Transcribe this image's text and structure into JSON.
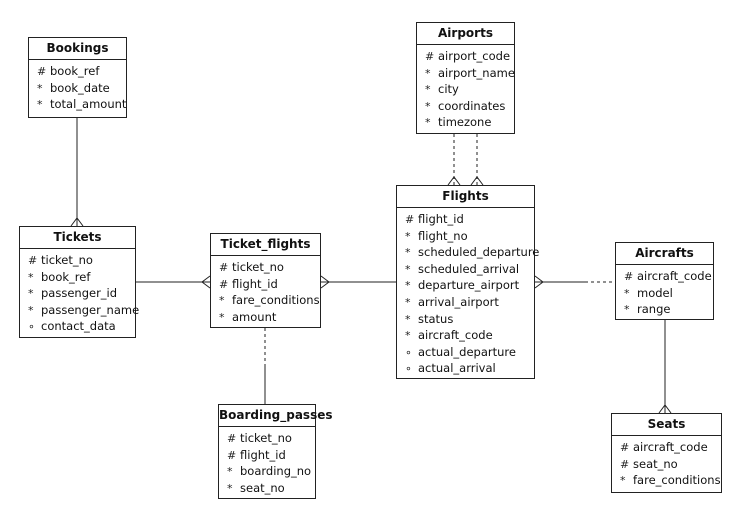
{
  "entities": {
    "bookings": {
      "title": "Bookings",
      "attrs": [
        {
          "mark": "#",
          "name": "book_ref"
        },
        {
          "mark": "*",
          "name": "book_date"
        },
        {
          "mark": "*",
          "name": "total_amount"
        }
      ]
    },
    "airports": {
      "title": "Airports",
      "attrs": [
        {
          "mark": "#",
          "name": "airport_code"
        },
        {
          "mark": "*",
          "name": "airport_name"
        },
        {
          "mark": "*",
          "name": "city"
        },
        {
          "mark": "*",
          "name": "coordinates"
        },
        {
          "mark": "*",
          "name": "timezone"
        }
      ]
    },
    "tickets": {
      "title": "Tickets",
      "attrs": [
        {
          "mark": "#",
          "name": "ticket_no"
        },
        {
          "mark": "*",
          "name": "book_ref"
        },
        {
          "mark": "*",
          "name": "passenger_id"
        },
        {
          "mark": "*",
          "name": "passenger_name"
        },
        {
          "mark": "∘",
          "name": "contact_data"
        }
      ]
    },
    "ticket_flights": {
      "title": "Ticket_flights",
      "attrs": [
        {
          "mark": "#",
          "name": "ticket_no"
        },
        {
          "mark": "#",
          "name": "flight_id"
        },
        {
          "mark": "*",
          "name": "fare_conditions"
        },
        {
          "mark": "*",
          "name": "amount"
        }
      ]
    },
    "flights": {
      "title": "Flights",
      "attrs": [
        {
          "mark": "#",
          "name": "flight_id"
        },
        {
          "mark": "*",
          "name": "flight_no"
        },
        {
          "mark": "*",
          "name": "scheduled_departure"
        },
        {
          "mark": "*",
          "name": "scheduled_arrival"
        },
        {
          "mark": "*",
          "name": "departure_airport"
        },
        {
          "mark": "*",
          "name": "arrival_airport"
        },
        {
          "mark": "*",
          "name": "status"
        },
        {
          "mark": "*",
          "name": "aircraft_code"
        },
        {
          "mark": "∘",
          "name": "actual_departure"
        },
        {
          "mark": "∘",
          "name": "actual_arrival"
        }
      ]
    },
    "aircrafts": {
      "title": "Aircrafts",
      "attrs": [
        {
          "mark": "#",
          "name": "aircraft_code"
        },
        {
          "mark": "*",
          "name": "model"
        },
        {
          "mark": "*",
          "name": "range"
        }
      ]
    },
    "boarding_passes": {
      "title": "Boarding_passes",
      "attrs": [
        {
          "mark": "#",
          "name": "ticket_no"
        },
        {
          "mark": "#",
          "name": "flight_id"
        },
        {
          "mark": "*",
          "name": "boarding_no"
        },
        {
          "mark": "*",
          "name": "seat_no"
        }
      ]
    },
    "seats": {
      "title": "Seats",
      "attrs": [
        {
          "mark": "#",
          "name": "aircraft_code"
        },
        {
          "mark": "#",
          "name": "seat_no"
        },
        {
          "mark": "*",
          "name": "fare_conditions"
        }
      ]
    }
  }
}
